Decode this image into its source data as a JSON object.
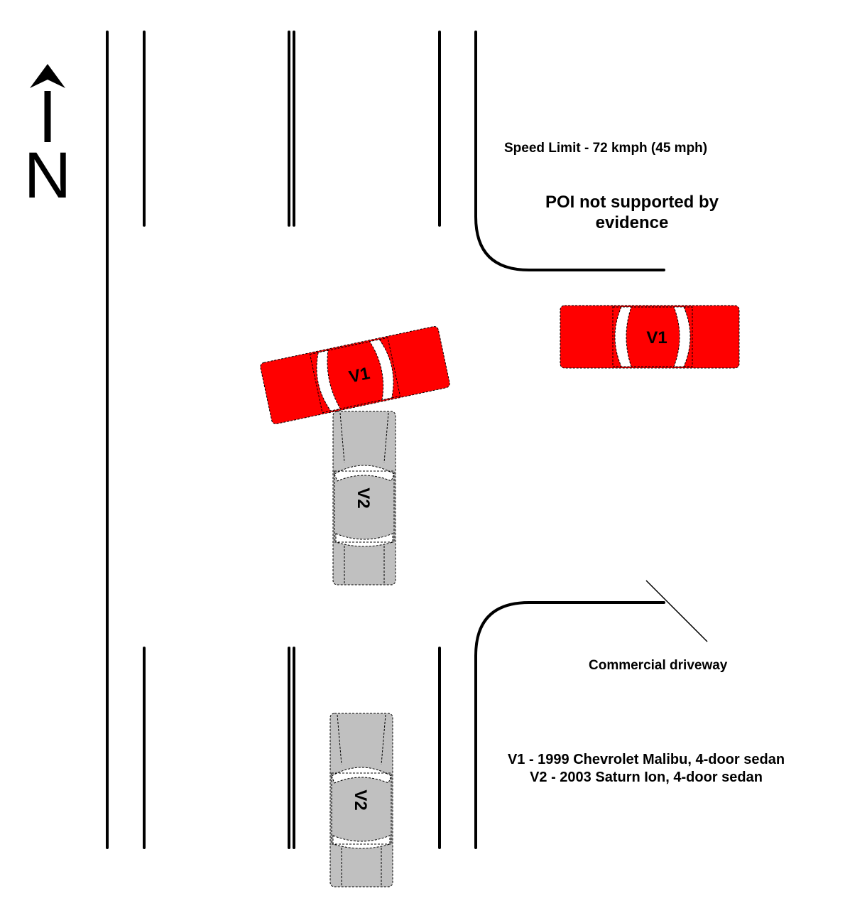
{
  "north_arrow": {
    "letter": "N"
  },
  "annotations": {
    "speed_limit": "Speed Limit - 72 kmph (45 mph)",
    "poi_line1": "POI not supported by",
    "poi_line2": "evidence",
    "driveway": "Commercial driveway"
  },
  "legend": {
    "v1": "V1 - 1999 Chevrolet Malibu, 4-door sedan",
    "v2": "V2 - 2003 Saturn Ion, 4-door sedan"
  },
  "vehicles": {
    "v1_label": "V1",
    "v2_label": "V2",
    "v1_color": "#ff0000",
    "v2_color": "#c0c0c0"
  }
}
